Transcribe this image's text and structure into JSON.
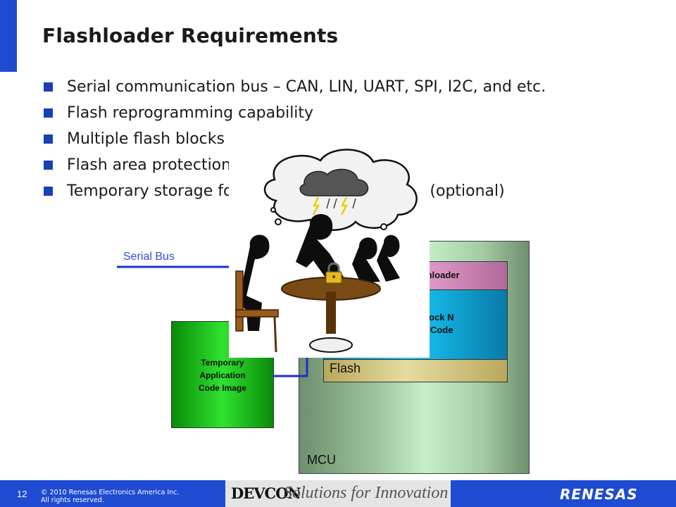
{
  "slide": {
    "title": "Flashloader Requirements",
    "bullets": [
      "Serial communication bus – CAN, LIN, UART, SPI, I2C, and etc.",
      "Flash reprogramming capability",
      "Multiple flash blocks",
      "Flash area protection",
      "Temporary storage for application code image (optional)"
    ]
  },
  "diagram": {
    "serial_bus": "Serial Bus",
    "mcu": "MCU",
    "flash": "Flash",
    "block0": "Block 0: Flashloader",
    "block1": "Block 1 – Block N\nApplication Code",
    "temp_storage": "Temporary\nApplication\nCode Image"
  },
  "footer": {
    "page_number": "12",
    "copyright": "© 2010 Renesas Electronics America Inc.\nAll rights reserved.",
    "event": "DEVCON",
    "tagline": "Solutions for Innovation",
    "brand": "RENESAS"
  },
  "colors": {
    "accent": "#1e4bd2",
    "bullet": "#1a3fb8",
    "bus_line": "#1a2fd0"
  }
}
